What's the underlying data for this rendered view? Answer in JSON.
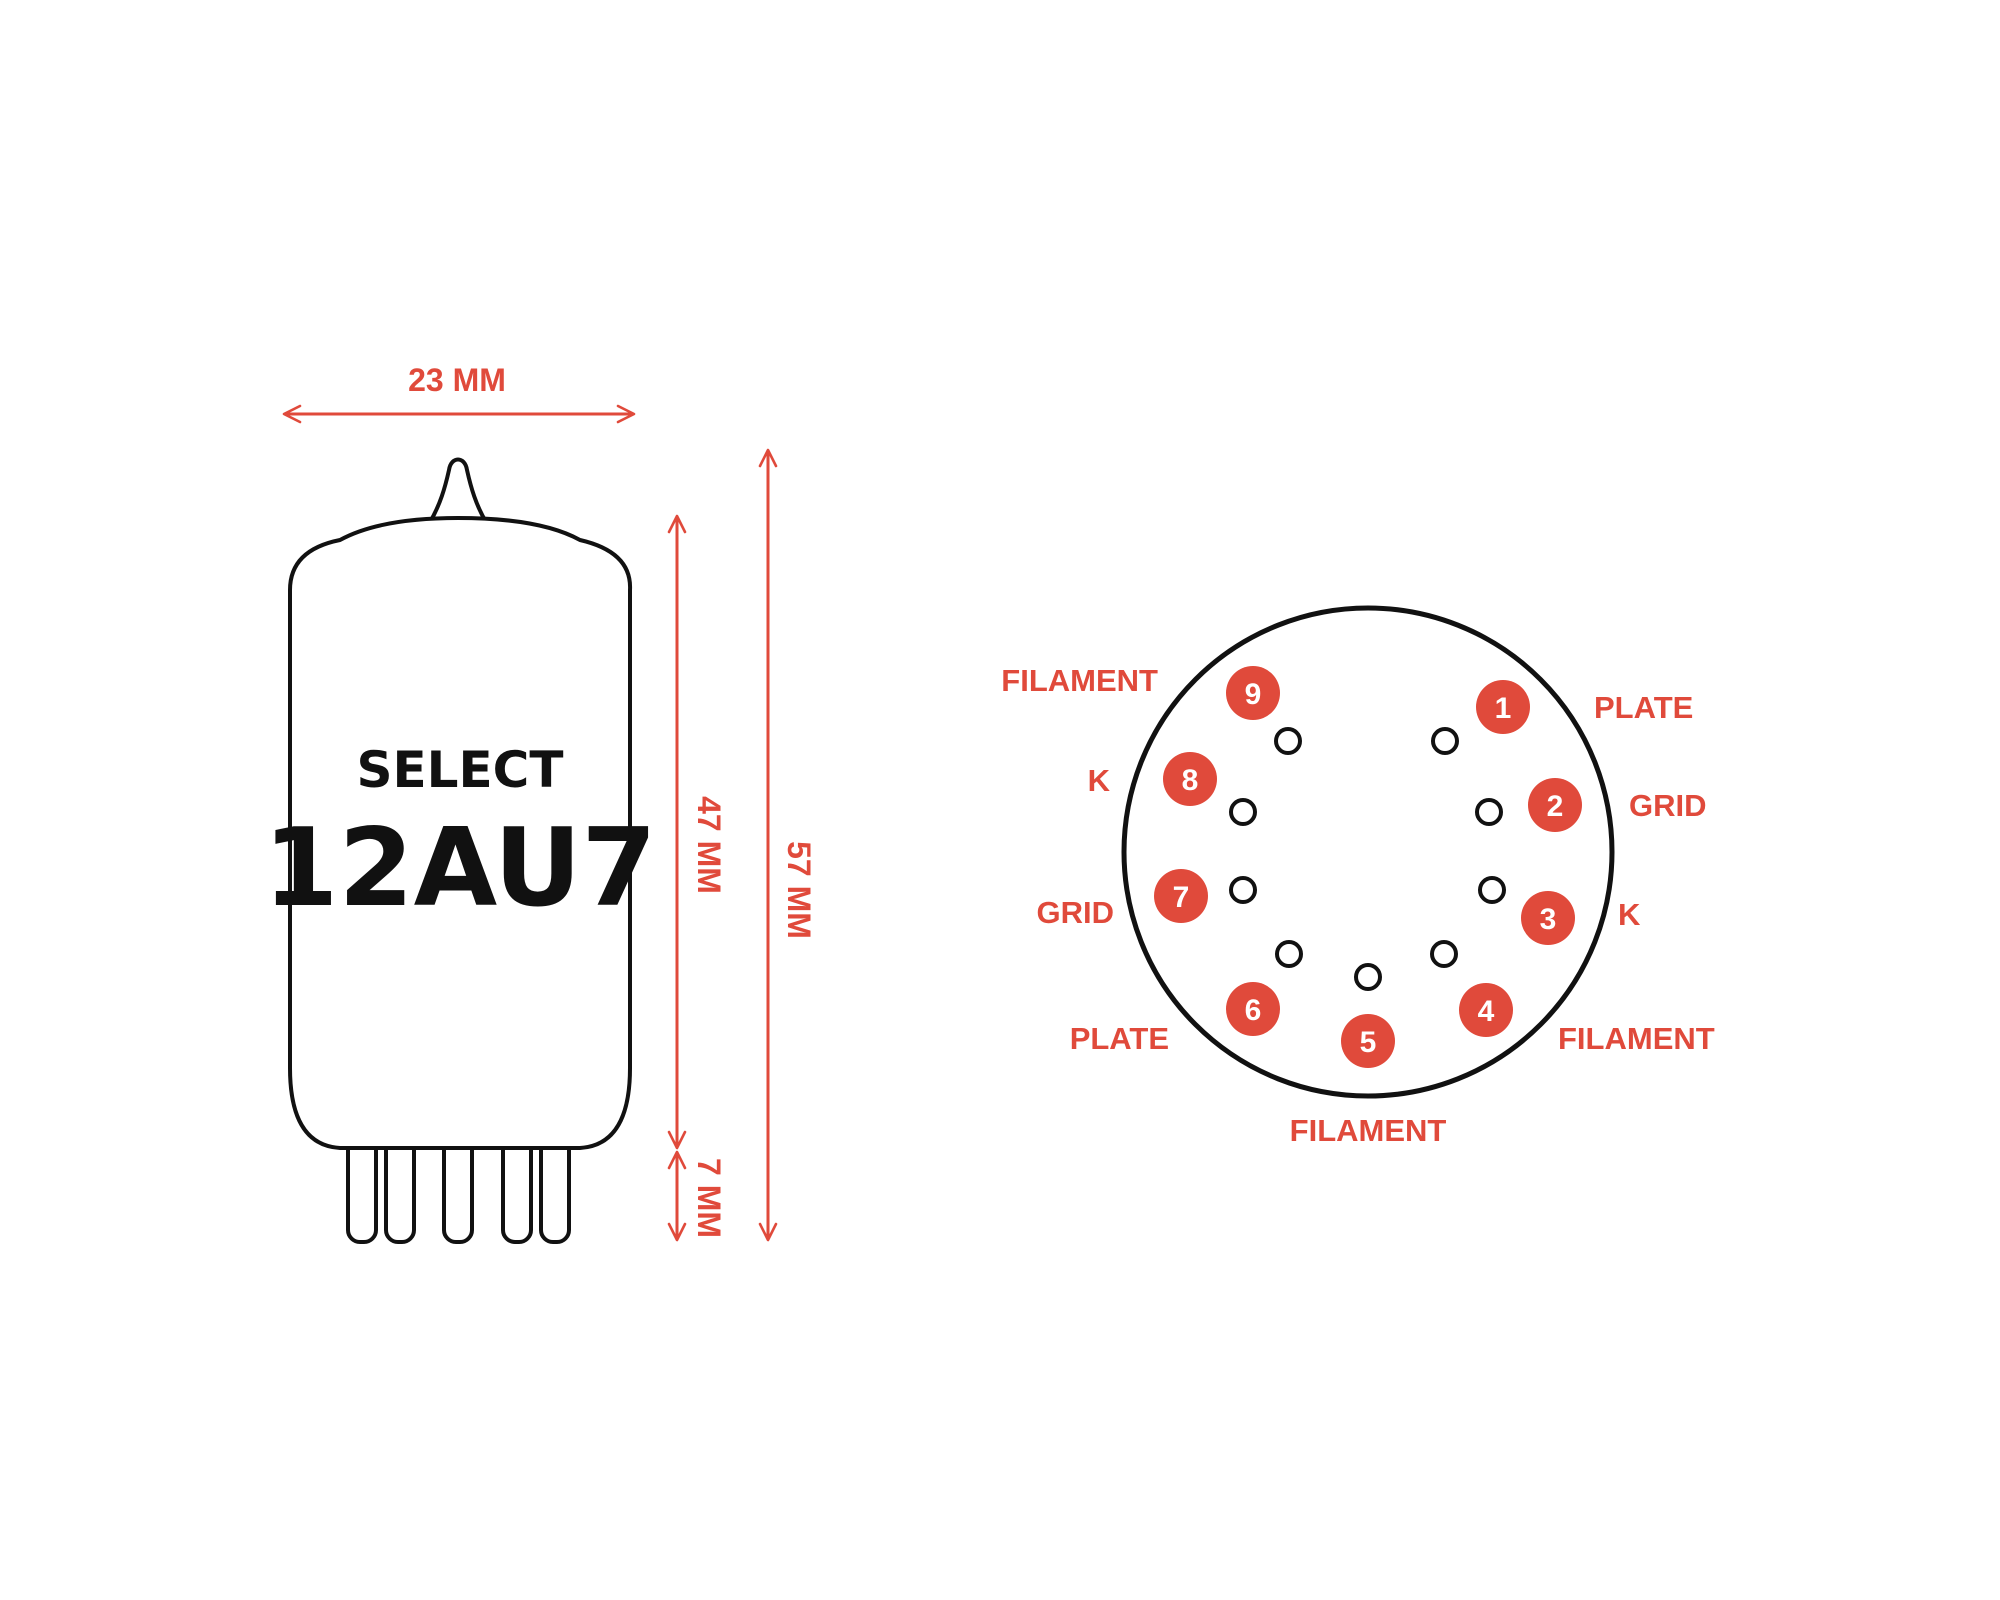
{
  "colors": {
    "accent": "#e04a3b",
    "ink": "#111111",
    "background": "#ffffff"
  },
  "tube": {
    "brand": "SELECT",
    "model": "12AU7"
  },
  "dimensions": {
    "width": "23 MM",
    "body_height": "47 MM",
    "total_height": "57 MM",
    "pin_length": "7 MM"
  },
  "pinout": {
    "pins": [
      {
        "number": "1",
        "label": "PLATE"
      },
      {
        "number": "2",
        "label": "GRID"
      },
      {
        "number": "3",
        "label": "K"
      },
      {
        "number": "4",
        "label": "FILAMENT"
      },
      {
        "number": "5",
        "label": "FILAMENT"
      },
      {
        "number": "6",
        "label": "PLATE"
      },
      {
        "number": "7",
        "label": "GRID"
      },
      {
        "number": "8",
        "label": "K"
      },
      {
        "number": "9",
        "label": "FILAMENT"
      }
    ]
  }
}
